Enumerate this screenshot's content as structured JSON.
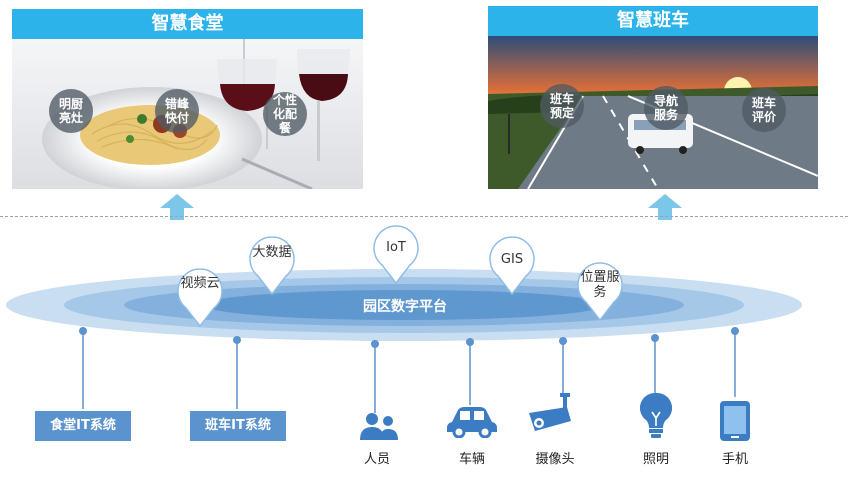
{
  "panels": {
    "canteen": {
      "title": "智慧食堂",
      "bubbles": [
        "明厨亮灶",
        "错峰快付",
        "个性化配餐"
      ]
    },
    "bus": {
      "title": "智慧班车",
      "bubbles": [
        "班车预定",
        "导航服务",
        "班车评价"
      ]
    }
  },
  "platform": {
    "label": "园区数字平台",
    "pins": [
      "视频云",
      "大数据",
      "IoT",
      "GIS",
      "位置服务"
    ]
  },
  "systems": [
    "食堂IT系统",
    "班车IT系统"
  ],
  "devices": [
    "人员",
    "车辆",
    "摄像头",
    "照明",
    "手机"
  ],
  "colors": {
    "title_bar": "#2bb3ea",
    "system_box": "#5b93cf",
    "icon_blue": "#3b7cc2",
    "arrow": "#7cc6ea"
  }
}
